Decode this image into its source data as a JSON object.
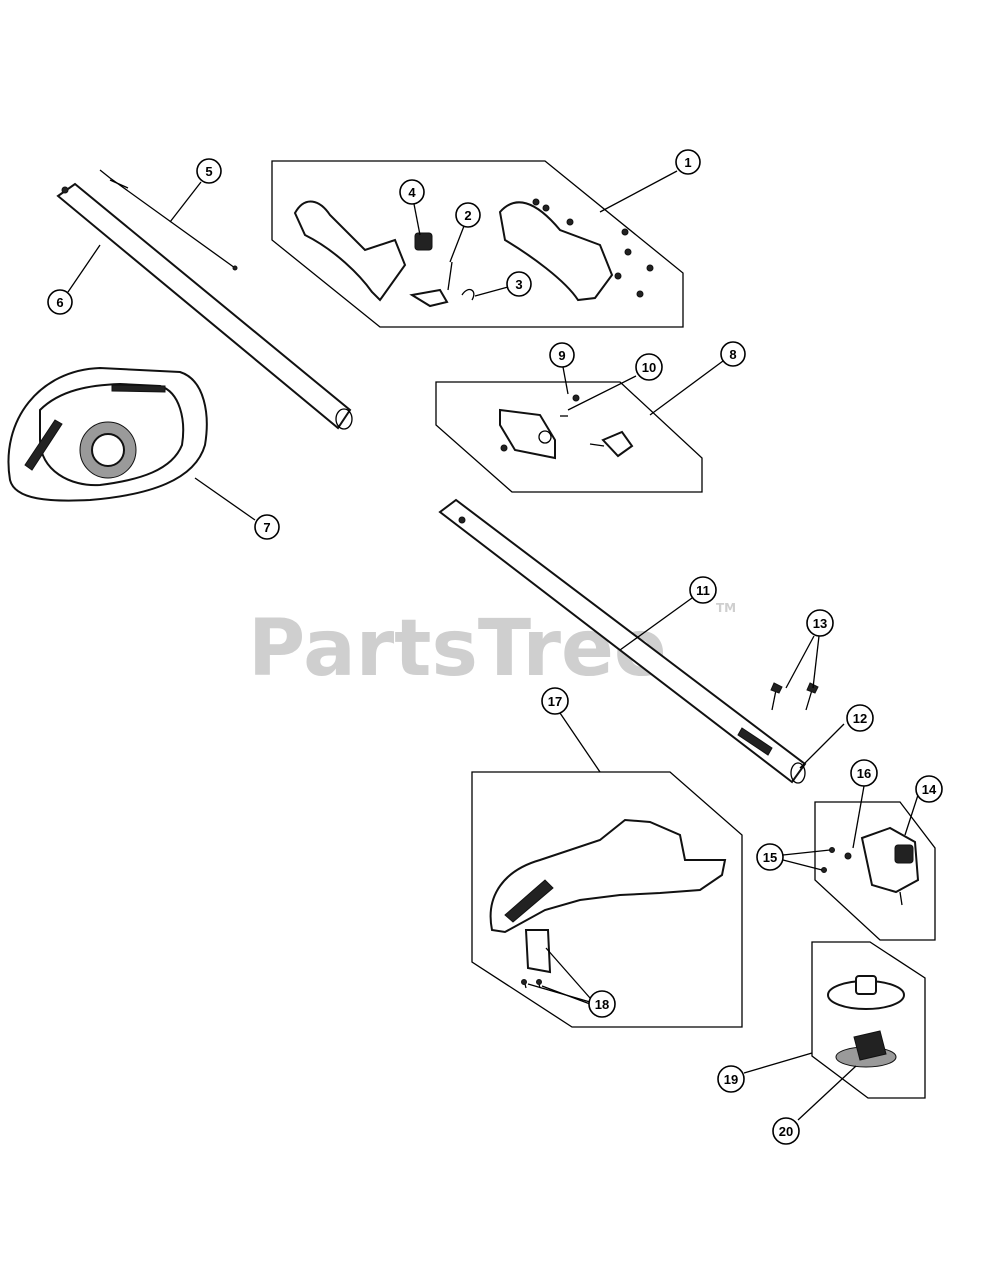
{
  "watermark": {
    "text": "PartsTree",
    "tm": "TM"
  },
  "callouts": [
    "1",
    "2",
    "3",
    "4",
    "5",
    "6",
    "7",
    "8",
    "9",
    "10",
    "11",
    "12",
    "13",
    "14",
    "15",
    "16",
    "17",
    "18",
    "19",
    "20"
  ],
  "colors": {
    "line": "#000000",
    "watermark": "#cfcfcf",
    "background": "#ffffff"
  }
}
